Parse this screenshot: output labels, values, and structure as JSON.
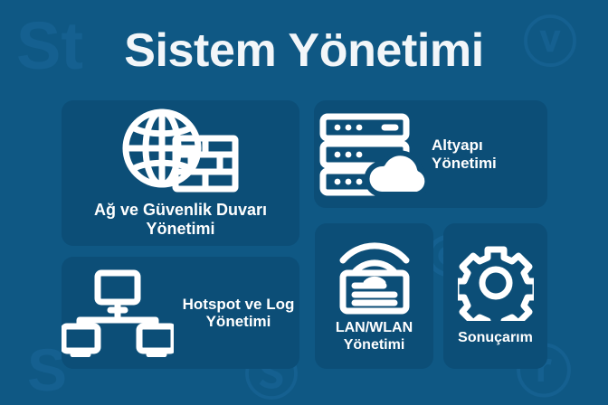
{
  "page": {
    "title": "Sistem Yönetimi",
    "background_color": "#0f5884",
    "card_color": "#0c4e77",
    "text_color": "#ffffff"
  },
  "watermarks": [
    {
      "text": "St",
      "position": "top-left"
    },
    {
      "text": "ⓥ",
      "position": "top-right"
    },
    {
      "text": "S",
      "position": "bottom-left"
    },
    {
      "text": "Ⓢ",
      "position": "bottom-center"
    },
    {
      "text": "ⓡ",
      "position": "bottom-right"
    },
    {
      "text": "◎",
      "position": "center-right"
    }
  ],
  "cards": [
    {
      "id": "network-firewall",
      "label": "Ağ ve Güvenlik Duvarı Yönetimi",
      "icon": "globe-firewall-icon",
      "layout": "icon-above-label"
    },
    {
      "id": "infrastructure",
      "label": "Altyapı Yönetimi",
      "icon": "server-cloud-icon",
      "layout": "icon-left-label-right"
    },
    {
      "id": "hotspot-log",
      "label": "Hotspot ve Log Yönetimi",
      "icon": "network-topology-icon",
      "layout": "icon-left-label-right"
    },
    {
      "id": "lan-wlan",
      "label": "LAN/WLAN Yönetimi",
      "icon": "wifi-router-icon",
      "layout": "icon-above-label"
    },
    {
      "id": "sonucarim",
      "label": "Sonuçarım",
      "icon": "gear-icon",
      "layout": "icon-above-label"
    }
  ]
}
